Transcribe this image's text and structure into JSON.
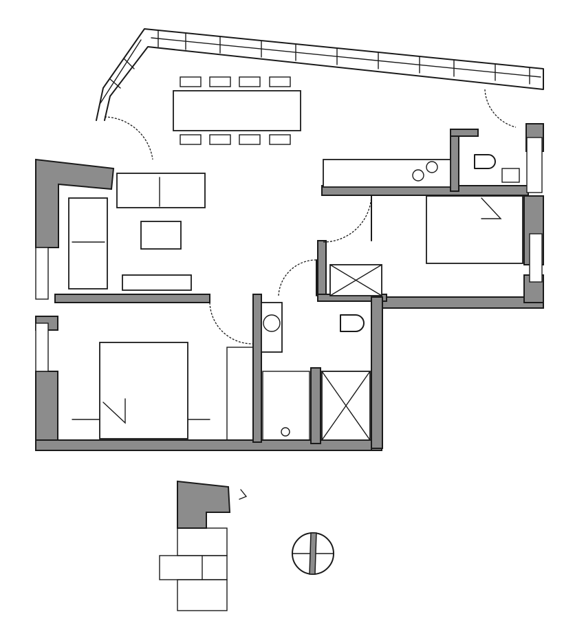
{
  "diagram": {
    "type": "floor-plan-sketch",
    "rooms": [
      "living-dining",
      "kitchen",
      "bedroom-1",
      "bedroom-2",
      "bathroom",
      "wc",
      "storage"
    ],
    "furniture": [
      "dining-table",
      "dining-chairs",
      "sofa-l",
      "coffee-table",
      "tv-console",
      "double-bed",
      "single-bed",
      "toilet",
      "wash-basin",
      "shower",
      "kitchen-counter"
    ],
    "annotations": [
      "north-compass",
      "location-key-plan"
    ],
    "colors": {
      "wall_fill": "#8c8c8c",
      "ink": "#1a1a1a",
      "paper": "#ffffff"
    },
    "icons": [
      "compass-icon"
    ]
  }
}
